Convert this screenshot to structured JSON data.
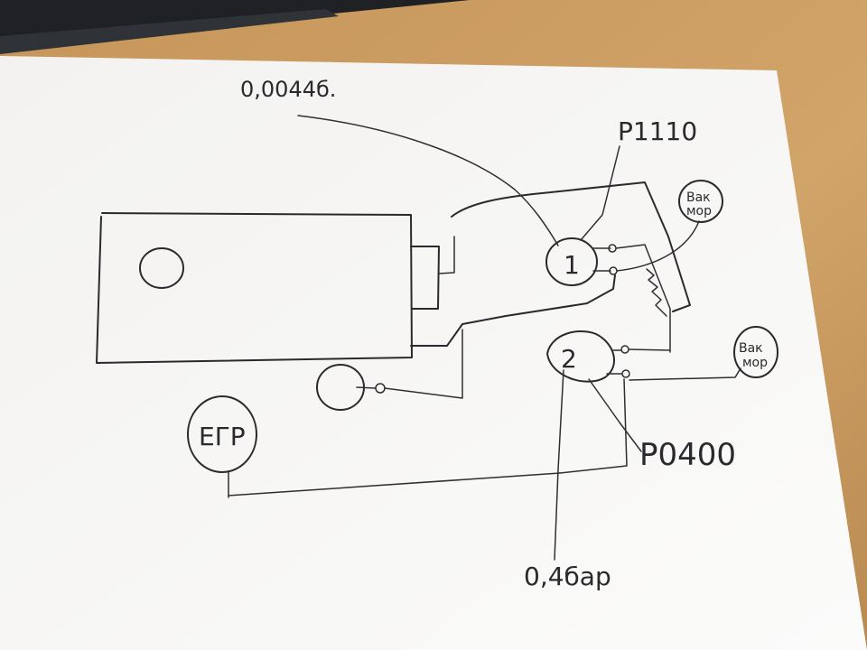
{
  "diagram": {
    "labels": {
      "top_sensor_value": "0,0044б.",
      "code_1": "P1110",
      "vacuum_1": [
        "Вак",
        "мор"
      ],
      "node_1": "1",
      "node_2": "2",
      "vacuum_2": [
        "Вак",
        "мор"
      ],
      "egr": "ЕГР",
      "code_2": "P0400",
      "bottom_value": "0,4бар"
    },
    "colors": {
      "paper": "#f6f5f3",
      "ink": "#2a2a2e",
      "desk": "#c99a5c",
      "laptop": "#1f2124"
    }
  }
}
